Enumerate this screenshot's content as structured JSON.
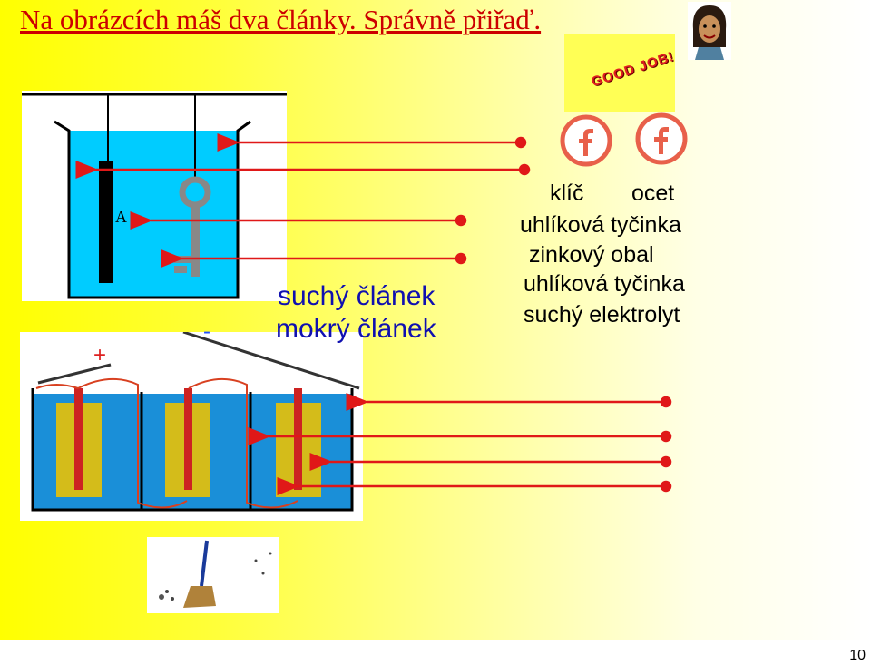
{
  "title": "Na obrázcích máš dva články. Správně přiřaď.",
  "slide_number": "10",
  "images": {
    "good_job": "GOOD JOB!",
    "wet_cell": {
      "electrode_label": "A",
      "minus": "-"
    },
    "battery": {
      "plus": "+"
    }
  },
  "labels_cell_type": [
    "suchý článek",
    "mokrý článek"
  ],
  "labels_parts": [
    "klíč",
    "ocet",
    "uhlíková tyčinka",
    "zinkový obal",
    "uhlíková tyčinka",
    "suchý elektrolyt"
  ],
  "colors": {
    "title": "#cc0000",
    "arrow": "#e01818",
    "label_blue": "#1010b0",
    "water": "#00ccff"
  },
  "icons": [
    "facebook-icon",
    "facebook-icon",
    "avatar-icon",
    "broom-icon"
  ]
}
